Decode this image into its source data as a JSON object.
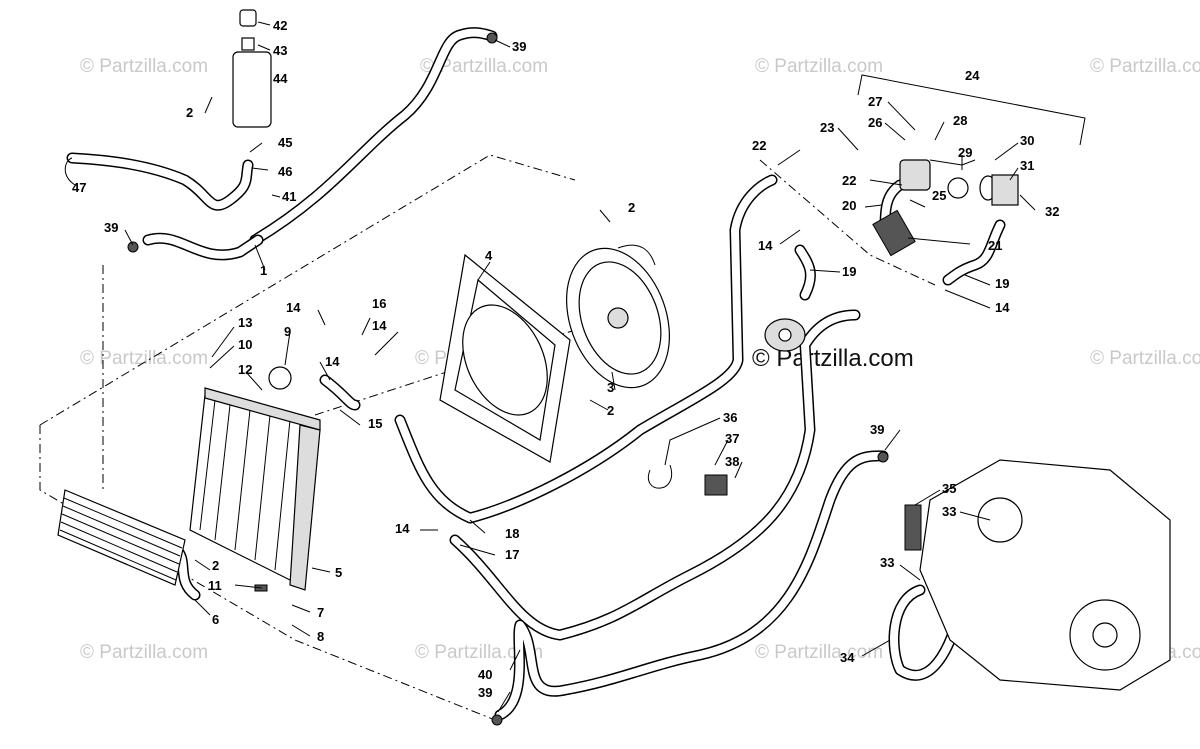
{
  "watermark": {
    "text": "© Partzilla.com"
  },
  "callouts": {
    "c1": "1",
    "c2a": "2",
    "c2b": "2",
    "c2c": "2",
    "c2d": "2",
    "c3": "3",
    "c4": "4",
    "c5": "5",
    "c6": "6",
    "c7": "7",
    "c8": "8",
    "c9": "9",
    "c10": "10",
    "c11": "11",
    "c12": "12",
    "c13": "13",
    "c14a": "14",
    "c14b": "14",
    "c14c": "14",
    "c14d": "14",
    "c14e": "14",
    "c14f": "14",
    "c15": "15",
    "c16": "16",
    "c17": "17",
    "c18": "18",
    "c19a": "19",
    "c19b": "19",
    "c20": "20",
    "c21": "21",
    "c22a": "22",
    "c22b": "22",
    "c23": "23",
    "c24": "24",
    "c25": "25",
    "c26": "26",
    "c27": "27",
    "c28": "28",
    "c29": "29",
    "c30": "30",
    "c31": "31",
    "c32": "32",
    "c33a": "33",
    "c33b": "33",
    "c34": "34",
    "c35": "35",
    "c36": "36",
    "c37": "37",
    "c38": "38",
    "c39a": "39",
    "c39b": "39",
    "c39c": "39",
    "c39d": "39",
    "c40": "40",
    "c41": "41",
    "c42": "42",
    "c43": "43",
    "c44": "44",
    "c45": "45",
    "c46": "46",
    "c47": "47"
  }
}
